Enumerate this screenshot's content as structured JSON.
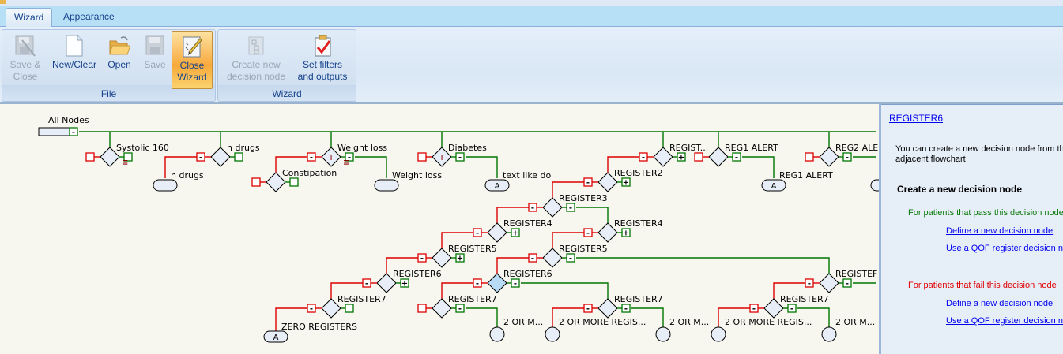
{
  "ribbon": {
    "tabs": [
      {
        "label": "Wizard",
        "active": true
      },
      {
        "label": "Appearance",
        "active": false
      }
    ],
    "groups": [
      {
        "label": "File",
        "buttons": [
          {
            "line1": "Save &",
            "line2": "Close",
            "enabled": false,
            "icon": "save-close-icon"
          },
          {
            "line1": "New/Clear",
            "line2": "",
            "enabled": true,
            "icon": "new-document-icon"
          },
          {
            "line1": "Open",
            "line2": "",
            "enabled": true,
            "icon": "open-folder-icon"
          },
          {
            "line1": "Save",
            "line2": "",
            "enabled": false,
            "icon": "save-disk-icon"
          },
          {
            "line1": "Close",
            "line2": "Wizard",
            "enabled": true,
            "highlighted": true,
            "icon": "close-wizard-icon"
          }
        ]
      },
      {
        "label": "Wizard",
        "buttons": [
          {
            "line1": "Create new",
            "line2": "decision node",
            "enabled": false,
            "icon": "create-node-icon"
          },
          {
            "line1": "Set filters",
            "line2": "and outputs",
            "enabled": true,
            "icon": "clipboard-check-icon"
          }
        ]
      }
    ]
  },
  "diagram": {
    "colors": {
      "pass": "#007700",
      "fail": "#dd0000",
      "node_fill": "#e8eef7",
      "selected_fill": "#b8dcf6"
    },
    "root_label": "All Nodes",
    "decision_nodes": [
      {
        "label": "Systolic 160",
        "marker": ""
      },
      {
        "label": "h drugs",
        "marker": ""
      },
      {
        "label": "Weight loss",
        "marker": "T"
      },
      {
        "label": "Diabetes",
        "marker": "T"
      },
      {
        "label": "REGIST...",
        "marker": ""
      },
      {
        "label": "REG1 ALERT",
        "marker": ""
      },
      {
        "label": "REG2 ALE",
        "marker": ""
      },
      {
        "label": "Constipation",
        "marker": ""
      },
      {
        "label": "REGISTER2",
        "marker": ""
      },
      {
        "label": "REGISTER3",
        "marker": ""
      },
      {
        "label": "REGISTER4",
        "marker": ""
      },
      {
        "label": "REGISTER4",
        "marker": ""
      },
      {
        "label": "REGISTER5",
        "marker": ""
      },
      {
        "label": "REGISTER5",
        "marker": ""
      },
      {
        "label": "REGISTER6",
        "marker": ""
      },
      {
        "label": "REGISTER6",
        "marker": "",
        "selected": true
      },
      {
        "label": "REGISTEF",
        "marker": ""
      },
      {
        "label": "REGISTER7",
        "marker": ""
      },
      {
        "label": "REGISTER7",
        "marker": ""
      },
      {
        "label": "REGISTER7",
        "marker": ""
      },
      {
        "label": "REGISTER7",
        "marker": ""
      }
    ],
    "outcome_nodes": [
      {
        "label": "h drugs",
        "text": ""
      },
      {
        "label": "Weight loss",
        "text": ""
      },
      {
        "label": "text like do",
        "text": "A"
      },
      {
        "label": "REG1 ALERT",
        "text": "A"
      },
      {
        "label": "ZERO REGISTERS",
        "text": "A"
      },
      {
        "label": "2 OR M...",
        "text": ""
      },
      {
        "label": "2 OR MORE REGIS...",
        "text": ""
      },
      {
        "label": "2 OR M...",
        "text": ""
      },
      {
        "label": "2 OR MORE REGIS...",
        "text": ""
      },
      {
        "label": "2 OR M...",
        "text": ""
      }
    ],
    "expand_marks": {
      "minus": "-",
      "plus": "+"
    },
    "operator_mark": "≡"
  },
  "side_panel": {
    "title": "REGISTER6",
    "intro": "You can create a new decision node from this adjacent flowchart",
    "heading": "Create a new decision node",
    "pass_heading": "For patients that pass this decision node",
    "fail_heading": "For patients that fail this decision node",
    "pass_links": [
      "Define a new decision node",
      "Use a QOF register decision node"
    ],
    "fail_links": [
      "Define a new decision node",
      "Use a QOF register decision node"
    ]
  }
}
